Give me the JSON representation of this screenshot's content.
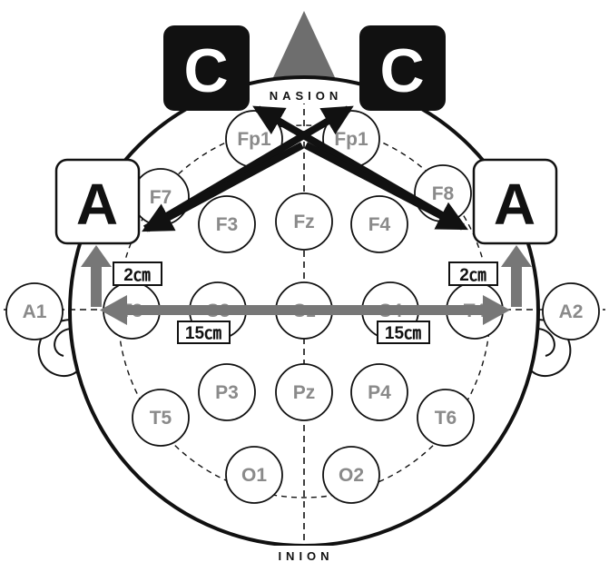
{
  "landmarks": {
    "top": "NASION",
    "bottom": "INION"
  },
  "electrodes": {
    "fp1_left": "Fp1",
    "fp1_right": "Fp1",
    "f7": "F7",
    "f8": "F8",
    "f3": "F3",
    "fz": "Fz",
    "f4": "F4",
    "t3": "T3",
    "c3": "C3",
    "cz": "Cz",
    "c4": "C4",
    "t4": "T4",
    "t5": "T5",
    "p3": "P3",
    "pz": "Pz",
    "p4": "P4",
    "t6": "T6",
    "o1": "O1",
    "o2": "O2",
    "a1": "A1",
    "a2": "A2"
  },
  "markers": {
    "c_left": "C",
    "c_right": "C",
    "a_left": "A",
    "a_right": "A"
  },
  "measurements": {
    "left_small": "2㎝",
    "right_small": "2㎝",
    "left_big": "15㎝",
    "right_big": "15㎝"
  },
  "colors": {
    "outline": "#111111",
    "electrode_text": "#8a8a8a",
    "gray_arrow": "#777777",
    "black_arrow": "#111111"
  }
}
